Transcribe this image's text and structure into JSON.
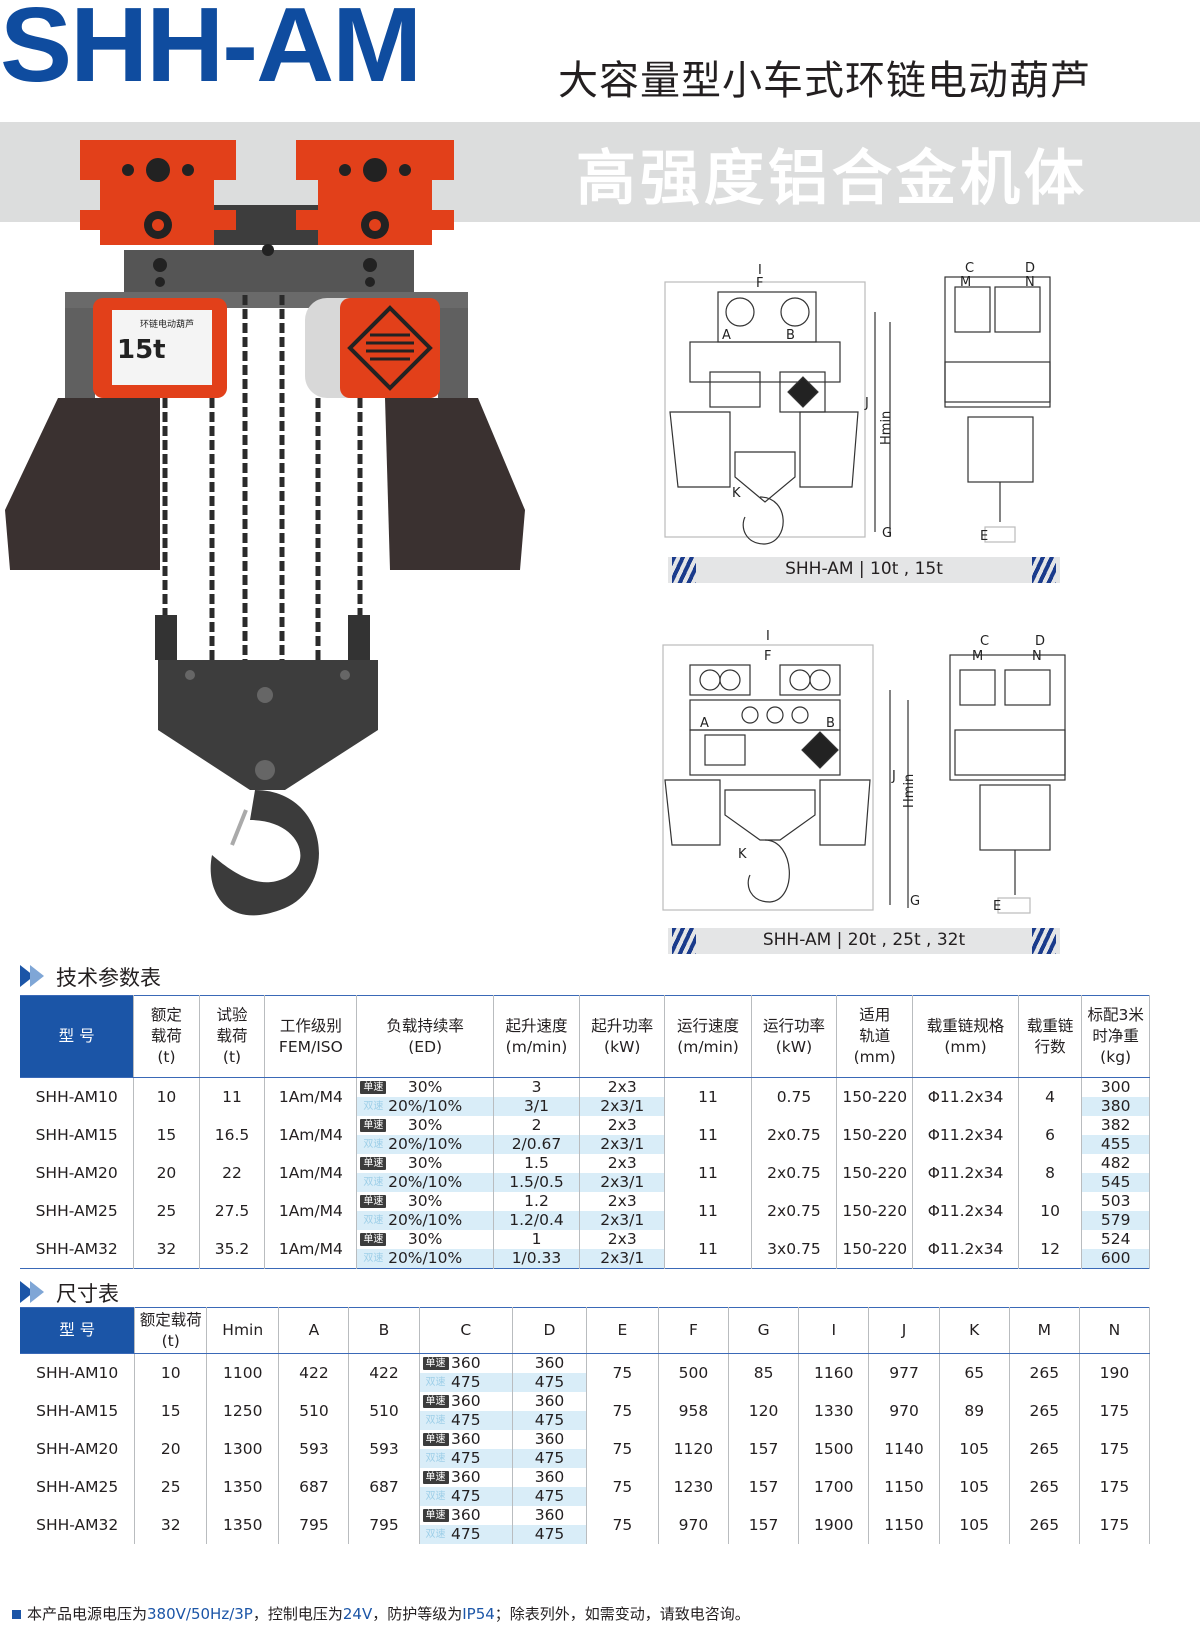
{
  "header": {
    "model": "SHH-AM",
    "subtitle": "大容量型小车式环链电动葫芦",
    "banner": "高强度铝合金机体"
  },
  "product_image": {
    "plate_title": "环链电动葫芦",
    "plate_capacity": "15t"
  },
  "drawings": [
    {
      "caption": "SHH-AM | 10t , 15t",
      "labels": [
        "I",
        "F",
        "A",
        "B",
        "J",
        "Hmin",
        "K",
        "G",
        "C",
        "D",
        "M",
        "N",
        "E"
      ]
    },
    {
      "caption": "SHH-AM | 20t , 25t , 32t",
      "labels": [
        "I",
        "F",
        "A",
        "B",
        "J",
        "Hmin",
        "K",
        "G",
        "C",
        "D",
        "M",
        "N",
        "E"
      ]
    }
  ],
  "tech_table": {
    "title": "技术参数表",
    "headers": [
      "型  号",
      "额定\n载荷\n(t)",
      "试验\n载荷\n(t)",
      "工作级别\nFEM/ISO",
      "负载持续率\n(ED)",
      "起升速度\n(m/min)",
      "起升功率\n(kW)",
      "运行速度\n(m/min)",
      "运行功率\n(kW)",
      "适用\n轨道\n(mm)",
      "载重链规格\n(mm)",
      "载重链\n行数",
      "标配3米\n时净重\n(kg)"
    ],
    "tag_single": "单速",
    "tag_double": "双速",
    "rows": [
      {
        "model": "SHH-AM10",
        "rated": "10",
        "test": "11",
        "class": "1Am/M4",
        "ed": [
          "30%",
          "20%/10%"
        ],
        "speed": [
          "3",
          "3/1"
        ],
        "power": [
          "2x3",
          "2x3/1"
        ],
        "run_speed": "11",
        "run_power": "0.75",
        "track": "150-220",
        "chain": "Φ11.2x34",
        "falls": "4",
        "weight": [
          "300",
          "380"
        ]
      },
      {
        "model": "SHH-AM15",
        "rated": "15",
        "test": "16.5",
        "class": "1Am/M4",
        "ed": [
          "30%",
          "20%/10%"
        ],
        "speed": [
          "2",
          "2/0.67"
        ],
        "power": [
          "2x3",
          "2x3/1"
        ],
        "run_speed": "11",
        "run_power": "2x0.75",
        "track": "150-220",
        "chain": "Φ11.2x34",
        "falls": "6",
        "weight": [
          "382",
          "455"
        ]
      },
      {
        "model": "SHH-AM20",
        "rated": "20",
        "test": "22",
        "class": "1Am/M4",
        "ed": [
          "30%",
          "20%/10%"
        ],
        "speed": [
          "1.5",
          "1.5/0.5"
        ],
        "power": [
          "2x3",
          "2x3/1"
        ],
        "run_speed": "11",
        "run_power": "2x0.75",
        "track": "150-220",
        "chain": "Φ11.2x34",
        "falls": "8",
        "weight": [
          "482",
          "545"
        ]
      },
      {
        "model": "SHH-AM25",
        "rated": "25",
        "test": "27.5",
        "class": "1Am/M4",
        "ed": [
          "30%",
          "20%/10%"
        ],
        "speed": [
          "1.2",
          "1.2/0.4"
        ],
        "power": [
          "2x3",
          "2x3/1"
        ],
        "run_speed": "11",
        "run_power": "2x0.75",
        "track": "150-220",
        "chain": "Φ11.2x34",
        "falls": "10",
        "weight": [
          "503",
          "579"
        ]
      },
      {
        "model": "SHH-AM32",
        "rated": "32",
        "test": "35.2",
        "class": "1Am/M4",
        "ed": [
          "30%",
          "20%/10%"
        ],
        "speed": [
          "1",
          "1/0.33"
        ],
        "power": [
          "2x3",
          "2x3/1"
        ],
        "run_speed": "11",
        "run_power": "3x0.75",
        "track": "150-220",
        "chain": "Φ11.2x34",
        "falls": "12",
        "weight": [
          "524",
          "600"
        ]
      }
    ]
  },
  "dim_table": {
    "title": "尺寸表",
    "headers": [
      "型  号",
      "额定载荷\n(t)",
      "Hmin",
      "A",
      "B",
      "C",
      "D",
      "E",
      "F",
      "G",
      "I",
      "J",
      "K",
      "M",
      "N"
    ],
    "rows": [
      {
        "model": "SHH-AM10",
        "rated": "10",
        "hmin": "1100",
        "a": "422",
        "b": "422",
        "c": [
          "360",
          "475"
        ],
        "d": [
          "360",
          "475"
        ],
        "e": "75",
        "f": "500",
        "g": "85",
        "i": "1160",
        "j": "977",
        "k": "65",
        "m": "265",
        "n": "190"
      },
      {
        "model": "SHH-AM15",
        "rated": "15",
        "hmin": "1250",
        "a": "510",
        "b": "510",
        "c": [
          "360",
          "475"
        ],
        "d": [
          "360",
          "475"
        ],
        "e": "75",
        "f": "958",
        "g": "120",
        "i": "1330",
        "j": "970",
        "k": "89",
        "m": "265",
        "n": "175"
      },
      {
        "model": "SHH-AM20",
        "rated": "20",
        "hmin": "1300",
        "a": "593",
        "b": "593",
        "c": [
          "360",
          "475"
        ],
        "d": [
          "360",
          "475"
        ],
        "e": "75",
        "f": "1120",
        "g": "157",
        "i": "1500",
        "j": "1140",
        "k": "105",
        "m": "265",
        "n": "175"
      },
      {
        "model": "SHH-AM25",
        "rated": "25",
        "hmin": "1350",
        "a": "687",
        "b": "687",
        "c": [
          "360",
          "475"
        ],
        "d": [
          "360",
          "475"
        ],
        "e": "75",
        "f": "1230",
        "g": "157",
        "i": "1700",
        "j": "1150",
        "k": "105",
        "m": "265",
        "n": "175"
      },
      {
        "model": "SHH-AM32",
        "rated": "32",
        "hmin": "1350",
        "a": "795",
        "b": "795",
        "c": [
          "360",
          "475"
        ],
        "d": [
          "360",
          "475"
        ],
        "e": "75",
        "f": "970",
        "g": "157",
        "i": "1900",
        "j": "1150",
        "k": "105",
        "m": "265",
        "n": "175"
      }
    ]
  },
  "footer": {
    "parts": [
      "本产品电源电压为",
      "380V/50Hz/3P",
      "，控制电压为",
      "24V",
      "，防护等级为",
      "IP54",
      "；除表列外，如需变动，请致电咨询。"
    ]
  },
  "colors": {
    "brand_blue": "#0f4c9f",
    "header_blue": "#1b55a7",
    "row_tint": "#d9edf8",
    "orange": "#e2401a",
    "banner_gray": "#dcdddd"
  }
}
